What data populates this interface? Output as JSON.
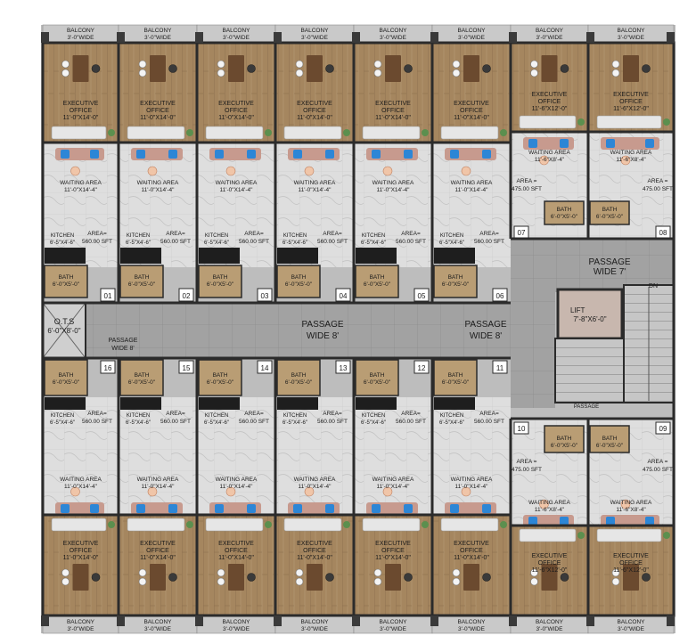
{
  "colors": {
    "wall": "#2b2b2b",
    "wood": "#a5865f",
    "wood_dark": "#8b6d49",
    "marble": "#dcdcdc",
    "passage": "#9c9c9c",
    "passage_line": "#8a8a8a",
    "balcony": "#c9c9c9",
    "bath": "#b99d74",
    "kitchen_counter": "#1e1e1e",
    "sofa": "#c79a8e",
    "chair_blue": "#2d86d6",
    "lift": "#c8b7ae",
    "stair": "#bdbdbd",
    "ots": "#cfcfcf"
  },
  "top_balconies": [
    {
      "label": "BALCONY",
      "size": "3'-0\"WIDE"
    },
    {
      "label": "BALCONY",
      "size": "3'-0\"WIDE"
    },
    {
      "label": "BALCONY",
      "size": "3'-0\"WIDE"
    },
    {
      "label": "BALCONY",
      "size": "3'-0\"WIDE"
    },
    {
      "label": "BALCONY",
      "size": "3'-0\"WIDE"
    },
    {
      "label": "BALCONY",
      "size": "3'-0\"WIDE"
    },
    {
      "label": "BALCONY",
      "size": "3'-0\"WIDE"
    },
    {
      "label": "BALCONY",
      "size": "3'-0\"WIDE"
    }
  ],
  "bottom_balconies": [
    {
      "label": "BALCONY",
      "size": "3'-0\"WIDE"
    },
    {
      "label": "BALCONY",
      "size": "3'-0\"WIDE"
    },
    {
      "label": "BALCONY",
      "size": "3'-0\"WIDE"
    },
    {
      "label": "BALCONY",
      "size": "3'-0\"WIDE"
    },
    {
      "label": "BALCONY",
      "size": "3'-0\"WIDE"
    },
    {
      "label": "BALCONY",
      "size": "3'-0\"WIDE"
    },
    {
      "label": "BALCONY",
      "size": "3'-0\"WIDE"
    },
    {
      "label": "BALCONY",
      "size": "3'-0\"WIDE"
    }
  ],
  "top_offices": [
    {
      "l1": "EXECUTIVE",
      "l2": "OFFICE",
      "size": "11'-0\"X14'-0\""
    },
    {
      "l1": "EXECUTIVE",
      "l2": "OFFICE",
      "size": "11'-0\"X14'-0\""
    },
    {
      "l1": "EXECUTIVE",
      "l2": "OFFICE",
      "size": "11'-0\"X14'-0\""
    },
    {
      "l1": "EXECUTIVE",
      "l2": "OFFICE",
      "size": "11'-0\"X14'-0\""
    },
    {
      "l1": "EXECUTIVE",
      "l2": "OFFICE",
      "size": "11'-0\"X14'-0\""
    },
    {
      "l1": "EXECUTIVE",
      "l2": "OFFICE",
      "size": "11'-0\"X14'-0\""
    },
    {
      "l1": "EXECUTIVE",
      "l2": "OFFICE",
      "size": "11'-6\"X12'-0\""
    },
    {
      "l1": "EXECUTIVE",
      "l2": "OFFICE",
      "size": "11'-6\"X12'-0\""
    }
  ],
  "bottom_offices": [
    {
      "l1": "EXECUTIVE",
      "l2": "OFFICE",
      "size": "11'-0\"X14'-0\""
    },
    {
      "l1": "EXECUTIVE",
      "l2": "OFFICE",
      "size": "11'-0\"X14'-0\""
    },
    {
      "l1": "EXECUTIVE",
      "l2": "OFFICE",
      "size": "11'-0\"X14'-0\""
    },
    {
      "l1": "EXECUTIVE",
      "l2": "OFFICE",
      "size": "11'-0\"X14'-0\""
    },
    {
      "l1": "EXECUTIVE",
      "l2": "OFFICE",
      "size": "11'-0\"X14'-0\""
    },
    {
      "l1": "EXECUTIVE",
      "l2": "OFFICE",
      "size": "11'-0\"X14'-0\""
    },
    {
      "l1": "EXECUTIVE",
      "l2": "OFFICE",
      "size": "11'-6\"X12'-0\""
    },
    {
      "l1": "EXECUTIVE",
      "l2": "OFFICE",
      "size": "11'-6\"X12'-0\""
    }
  ],
  "top_waiting": [
    {
      "label": "WAITING AREA",
      "size": "11'-0\"X14'-4\""
    },
    {
      "label": "WAITING AREA",
      "size": "11'-0\"X14'-4\""
    },
    {
      "label": "WAITING AREA",
      "size": "11'-0\"X14'-4\""
    },
    {
      "label": "WAITING AREA",
      "size": "11'-0\"X14'-4\""
    },
    {
      "label": "WAITING AREA",
      "size": "11'-0\"X14'-4\""
    },
    {
      "label": "WAITING AREA",
      "size": "11'-0\"X14'-4\""
    }
  ],
  "bottom_waiting": [
    {
      "label": "WAITING AREA",
      "size": "11'-0\"X14'-4\""
    },
    {
      "label": "WAITING AREA",
      "size": "11'-0\"X14'-4\""
    },
    {
      "label": "WAITING AREA",
      "size": "11'-0\"X14'-4\""
    },
    {
      "label": "WAITING AREA",
      "size": "11'-0\"X14'-4\""
    },
    {
      "label": "WAITING AREA",
      "size": "11'-0\"X14'-4\""
    },
    {
      "label": "WAITING AREA",
      "size": "11'-0\"X14'-4\""
    }
  ],
  "top_kitchens": [
    {
      "label": "KITCHEN",
      "size": "6'-5\"X4'-6\""
    },
    {
      "label": "KITCHEN",
      "size": "6'-5\"X4'-6\""
    },
    {
      "label": "KITCHEN",
      "size": "6'-5\"X4'-6\""
    },
    {
      "label": "KITCHEN",
      "size": "6'-5\"X4'-6\""
    },
    {
      "label": "KITCHEN",
      "size": "6'-5\"X4'-6\""
    },
    {
      "label": "KITCHEN",
      "size": "6'-5\"X4'-6\""
    }
  ],
  "bottom_kitchens": [
    {
      "label": "KITCHEN",
      "size": "6'-5\"X4'-6\""
    },
    {
      "label": "KITCHEN",
      "size": "6'-5\"X4'-6\""
    },
    {
      "label": "KITCHEN",
      "size": "6'-5\"X4'-6\""
    },
    {
      "label": "KITCHEN",
      "size": "6'-5\"X4'-6\""
    },
    {
      "label": "KITCHEN",
      "size": "6'-5\"X4'-6\""
    },
    {
      "label": "KITCHEN",
      "size": "6'-5\"X4'-6\""
    }
  ],
  "top_areas": [
    {
      "label": "AREA=",
      "value": "560.00 SFT"
    },
    {
      "label": "AREA=",
      "value": "560.00 SFT"
    },
    {
      "label": "AREA=",
      "value": "560.00 SFT"
    },
    {
      "label": "AREA=",
      "value": "560.00 SFT"
    },
    {
      "label": "AREA=",
      "value": "560.00 SFT"
    },
    {
      "label": "AREA=",
      "value": "560.00 SFT"
    }
  ],
  "bottom_areas": [
    {
      "label": "AREA=",
      "value": "560.00 SFT"
    },
    {
      "label": "AREA=",
      "value": "560.00 SFT"
    },
    {
      "label": "AREA=",
      "value": "560.00 SFT"
    },
    {
      "label": "AREA=",
      "value": "560.00 SFT"
    },
    {
      "label": "AREA=",
      "value": "560.00 SFT"
    },
    {
      "label": "AREA=",
      "value": "560.00 SFT"
    }
  ],
  "top_baths": [
    {
      "label": "BATH",
      "size": "6'-0\"X5'-0\""
    },
    {
      "label": "BATH",
      "size": "6'-0\"X5'-0\""
    },
    {
      "label": "BATH",
      "size": "6'-0\"X5'-0\""
    },
    {
      "label": "BATH",
      "size": "6'-0\"X5'-0\""
    },
    {
      "label": "BATH",
      "size": "6'-0\"X5'-0\""
    },
    {
      "label": "BATH",
      "size": "6'-0\"X5'-0\""
    }
  ],
  "bottom_baths": [
    {
      "label": "BATH",
      "size": "6'-0\"X5'-0\""
    },
    {
      "label": "BATH",
      "size": "6'-0\"X5'-0\""
    },
    {
      "label": "BATH",
      "size": "6'-0\"X5'-0\""
    },
    {
      "label": "BATH",
      "size": "6'-0\"X5'-0\""
    },
    {
      "label": "BATH",
      "size": "6'-0\"X5'-0\""
    },
    {
      "label": "BATH",
      "size": "6'-0\"X5'-0\""
    }
  ],
  "top_unit_numbers": [
    "01",
    "02",
    "03",
    "04",
    "05",
    "06"
  ],
  "bottom_unit_numbers": [
    "16",
    "15",
    "14",
    "13",
    "12",
    "11"
  ],
  "right_unit_numbers": {
    "top": [
      "07",
      "08"
    ],
    "bottom": [
      "10",
      "09"
    ]
  },
  "right_waiting_top": [
    {
      "label": "WAITING AREA",
      "size": "11'-6\"X8'-4\""
    },
    {
      "label": "WAITING AREA",
      "size": "11'-6\"X8'-4\""
    }
  ],
  "right_waiting_bottom": [
    {
      "label": "WAITING AREA",
      "size": "11'-6\"X8'-4\""
    },
    {
      "label": "WAITING AREA",
      "size": "11'-6\"X8'-4\""
    }
  ],
  "right_baths_top": [
    {
      "label": "BATH",
      "size": "6'-0\"X5'-0\""
    },
    {
      "label": "BATH",
      "size": "6'-0\"X5'-0\""
    }
  ],
  "right_baths_bottom": [
    {
      "label": "BATH",
      "size": "6'-0\"X5'-0\""
    },
    {
      "label": "BATH",
      "size": "6'-0\"X5'-0\""
    }
  ],
  "right_areas_top": [
    {
      "label": "AREA =",
      "value": "475.00 SFT"
    },
    {
      "label": "AREA =",
      "value": "475.00 SFT"
    }
  ],
  "right_areas_bottom": [
    {
      "label": "AREA =",
      "value": "475.00 SFT"
    },
    {
      "label": "AREA =",
      "value": "475.00 SFT"
    }
  ],
  "passage_main": {
    "label": "PASSAGE",
    "size": "WIDE 8'"
  },
  "passage_main_2": {
    "label": "PASSAGE",
    "size": "WIDE 8'"
  },
  "passage_small": {
    "label": "PASSAGE",
    "size": "WIDE 8'"
  },
  "passage_right": {
    "label": "PASSAGE",
    "size": "WIDE 7'"
  },
  "passage_right_bottom": {
    "label": "PASSAGE"
  },
  "ots": {
    "label": "O.T.S",
    "size": "6'-0\"X8'-0\""
  },
  "lift": {
    "label": "LIFT",
    "size": "7'-8\"X6'-0\""
  },
  "stair": {
    "dn": "DN"
  }
}
